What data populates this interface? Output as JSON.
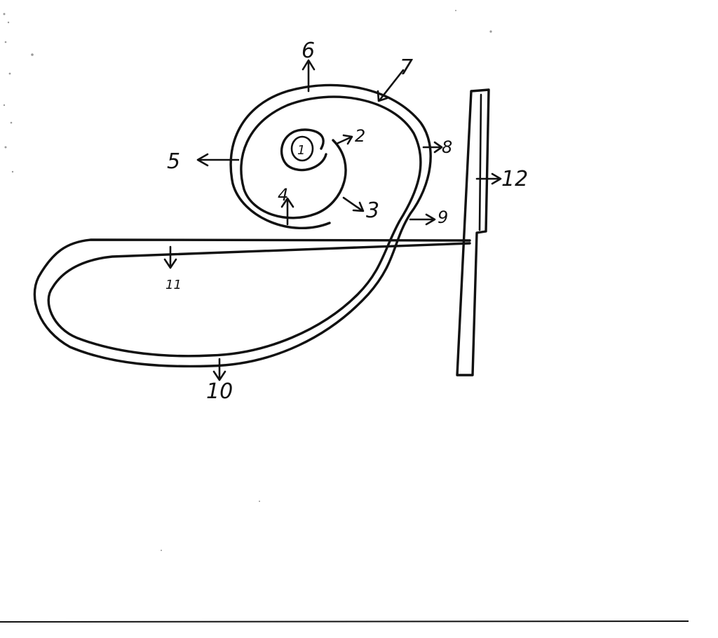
{
  "labels": {
    "l1": "1",
    "l2": "2",
    "l3": "3",
    "l4": "4",
    "l5": "5",
    "l6": "6",
    "l7": "7",
    "l8": "8",
    "l9": "9",
    "l10": "10",
    "l11": "11",
    "l12": "12"
  }
}
